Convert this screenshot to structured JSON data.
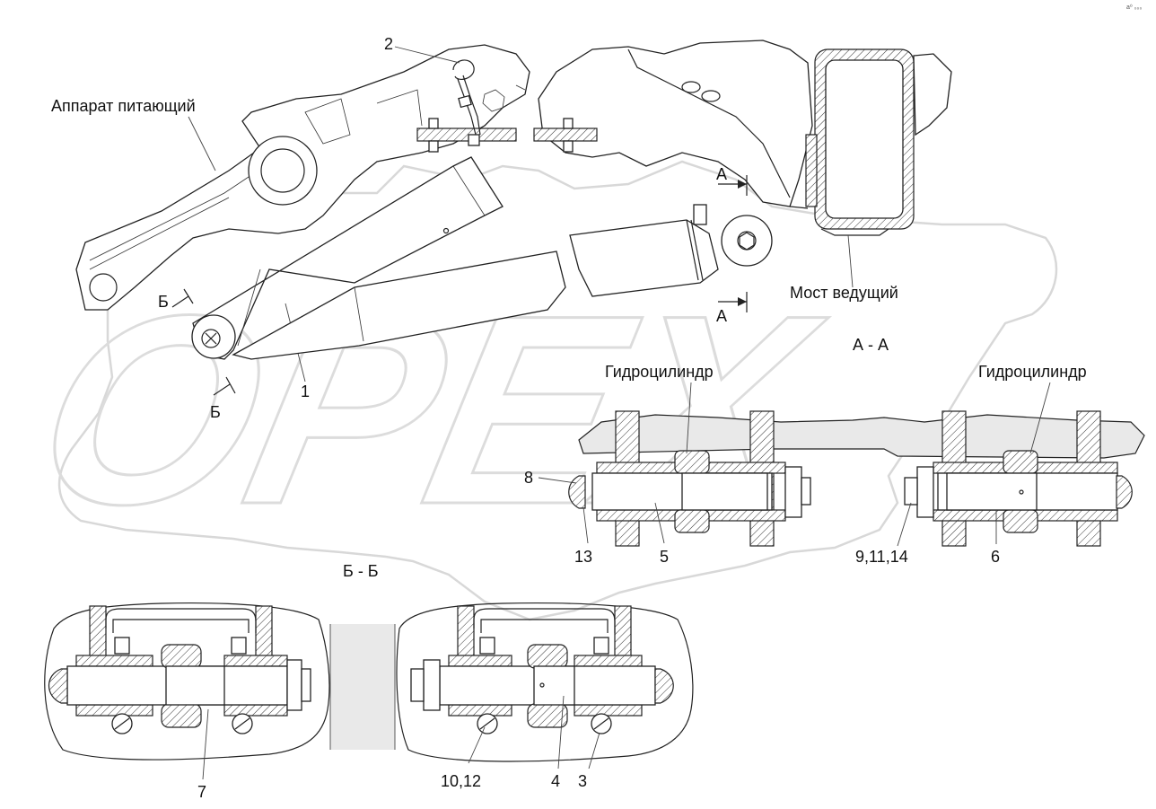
{
  "corner_mark": "a⁰ ₀₀₀",
  "watermark": "OPEX",
  "labels": {
    "feeder": "Аппарат питающий",
    "drive_axle": "Мост ведущий",
    "hydrocylinder_1": "Гидроцилиндр",
    "hydrocylinder_2": "Гидроцилиндр",
    "section_aa": "А - А",
    "section_bb": "Б - Б",
    "cut_a_top": "А",
    "cut_a_bottom": "А",
    "cut_b_top": "Б",
    "cut_b_bottom": "Б"
  },
  "callouts": {
    "c1": "1",
    "c2": "2",
    "c3": "3",
    "c4": "4",
    "c5": "5",
    "c6": "6",
    "c7": "7",
    "c8": "8",
    "c9_11_14": "9,11,14",
    "c10_12": "10,12",
    "c13": "13"
  }
}
